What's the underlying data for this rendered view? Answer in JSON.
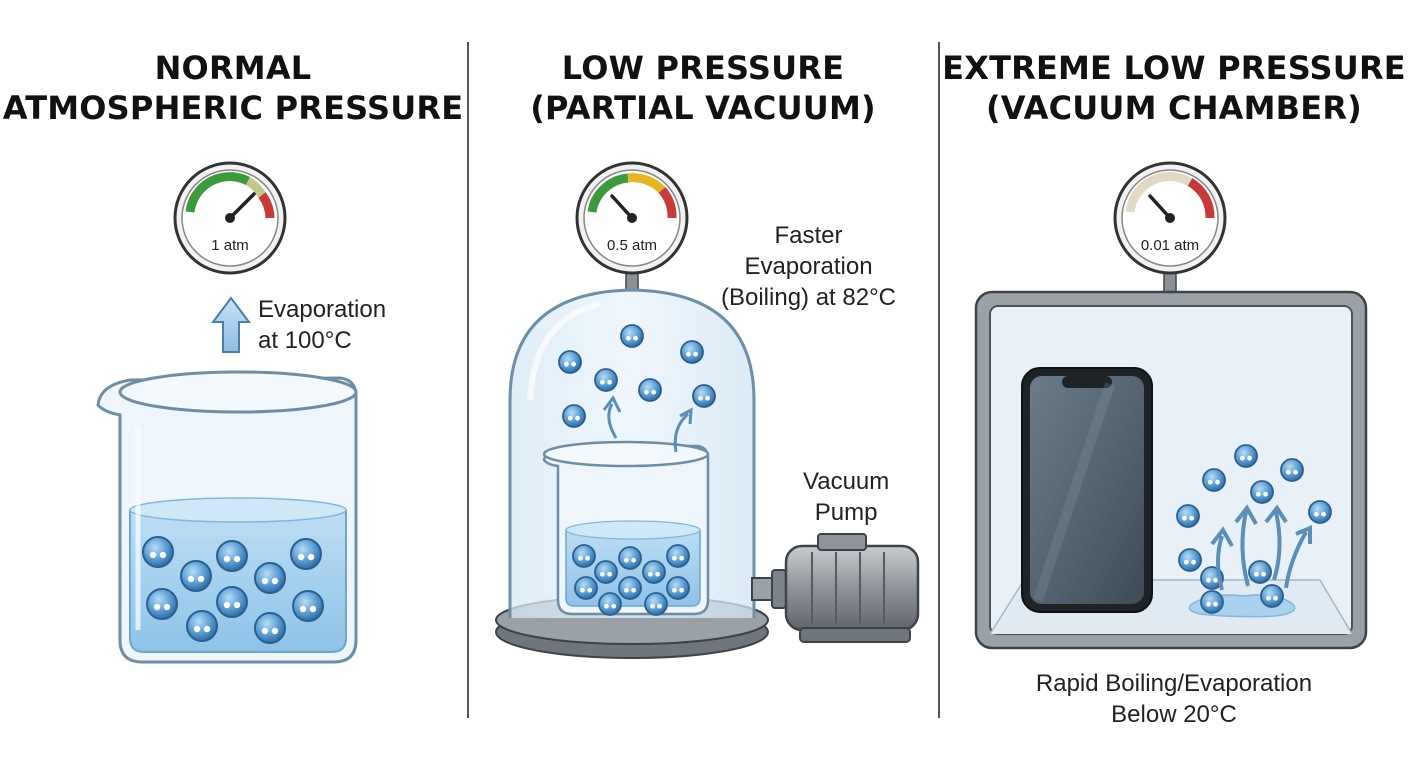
{
  "panels": [
    {
      "title_line1": "NORMAL",
      "title_line2": "ATMOSPHERIC PRESSURE",
      "gauge_reading": "1 atm",
      "caption_line1": "Evaporation",
      "caption_line2": "at 100°C"
    },
    {
      "title_line1": "LOW PRESSURE",
      "title_line2": "(PARTIAL VACUUM)",
      "gauge_reading": "0.5 atm",
      "caption_line1": "Faster",
      "caption_line2": "Evaporation",
      "caption_line3": "(Boiling) at 82°C",
      "pump_line1": "Vacuum",
      "pump_line2": "Pump"
    },
    {
      "title_line1": "EXTREME LOW PRESSURE",
      "title_line2": "(VACUUM CHAMBER)",
      "gauge_reading": "0.01 atm",
      "caption_line1": "Rapid Boiling/Evaporation",
      "caption_line2": "Below 20°C"
    }
  ],
  "icons": {
    "gauge": "pressure-gauge-icon",
    "arrow": "up-arrow-icon",
    "molecule": "water-molecule-icon",
    "pump": "vacuum-pump-icon",
    "phone": "smartphone-icon"
  },
  "colors": {
    "water": "#a9d2ee",
    "molecule": "#4a8cc4",
    "gauge_green": "#3b9a3b",
    "gauge_yellow": "#e6b622",
    "gauge_red": "#c83a3a"
  }
}
